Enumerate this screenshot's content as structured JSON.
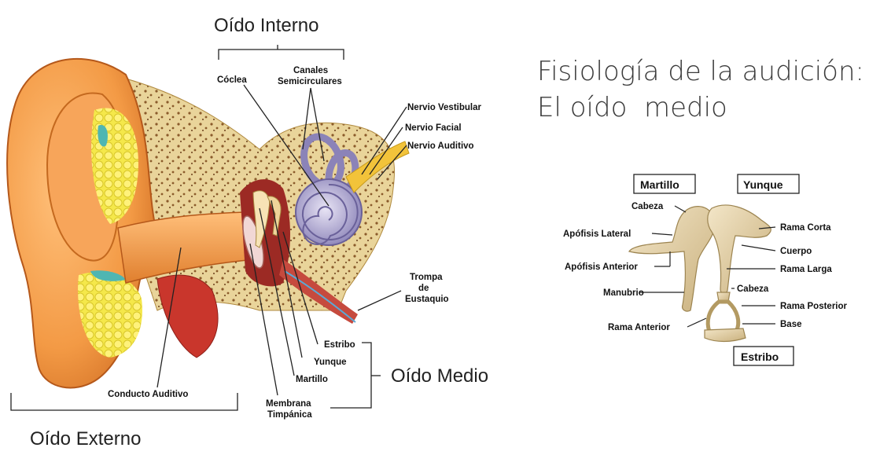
{
  "title": {
    "line1": "Fisiología de la audición:",
    "line2": "El oído  medio"
  },
  "ear_diagram": {
    "sections": {
      "internal": "Oído Interno",
      "external": "Oído Externo",
      "middle": "Oído Medio"
    },
    "labels": {
      "coclea": "Cóclea",
      "canales_1": "Canales",
      "canales_2": "Semicirculares",
      "nervio_vestibular": "Nervio Vestibular",
      "nervio_facial": "Nervio Facial",
      "nervio_auditivo": "Nervio Auditivo",
      "trompa_1": "Trompa",
      "trompa_2": "de",
      "trompa_3": "Eustaquio",
      "estribo": "Estribo",
      "yunque": "Yunque",
      "martillo": "Martillo",
      "membrana_1": "Membrana",
      "membrana_2": "Timpánica",
      "conducto": "Conducto Auditivo"
    }
  },
  "ossicles_diagram": {
    "headers": {
      "martillo": "Martillo",
      "yunque": "Yunque",
      "estribo": "Estribo"
    },
    "left_labels": {
      "cabeza": "Cabeza",
      "apofisis_lateral": "Apófisis Lateral",
      "apofisis_anterior": "Apófisis Anterior",
      "manubrio": "Manubrio",
      "rama_anterior": "Rama Anterior"
    },
    "right_labels": {
      "rama_corta": "Rama Corta",
      "cuerpo": "Cuerpo",
      "rama_larga": "Rama Larga",
      "cabeza": "Cabeza",
      "rama_posterior": "Rama Posterior",
      "base": "Base"
    }
  }
}
